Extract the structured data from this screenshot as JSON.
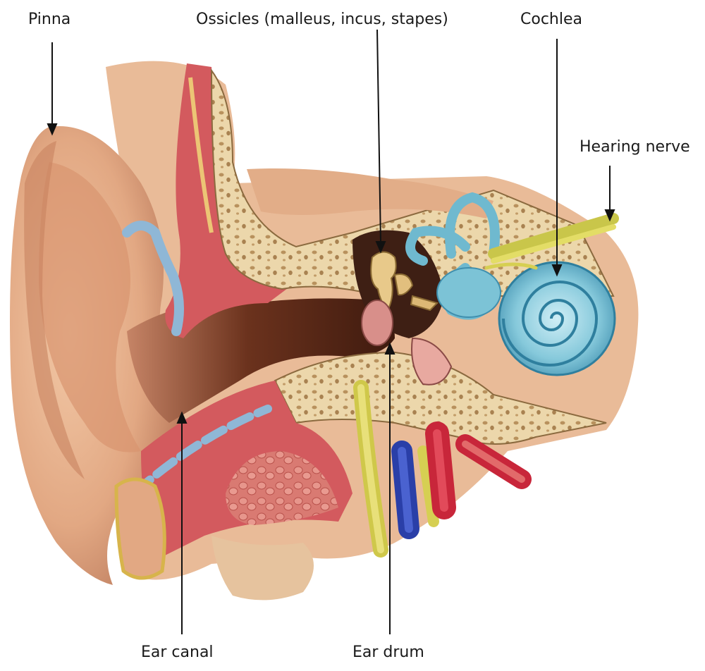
{
  "labels": {
    "pinna": "Pinna",
    "ossicles": "Ossicles (malleus, incus, stapes)",
    "cochlea": "Cochlea",
    "hearing_nerve": "Hearing nerve",
    "ear_canal": "Ear canal",
    "ear_drum": "Ear drum"
  },
  "colors": {
    "skin": "#e7b48f",
    "skin_shadow": "#b9785a",
    "canal_dark": "#5a2a1a",
    "bone": "#e9d3a8",
    "bone_pore": "#b58f5a",
    "muscle": "#d9586a",
    "cochlea": "#7cc3d6",
    "nerve": "#d9d050",
    "artery": "#c8263a",
    "vein": "#2a3fa8"
  }
}
